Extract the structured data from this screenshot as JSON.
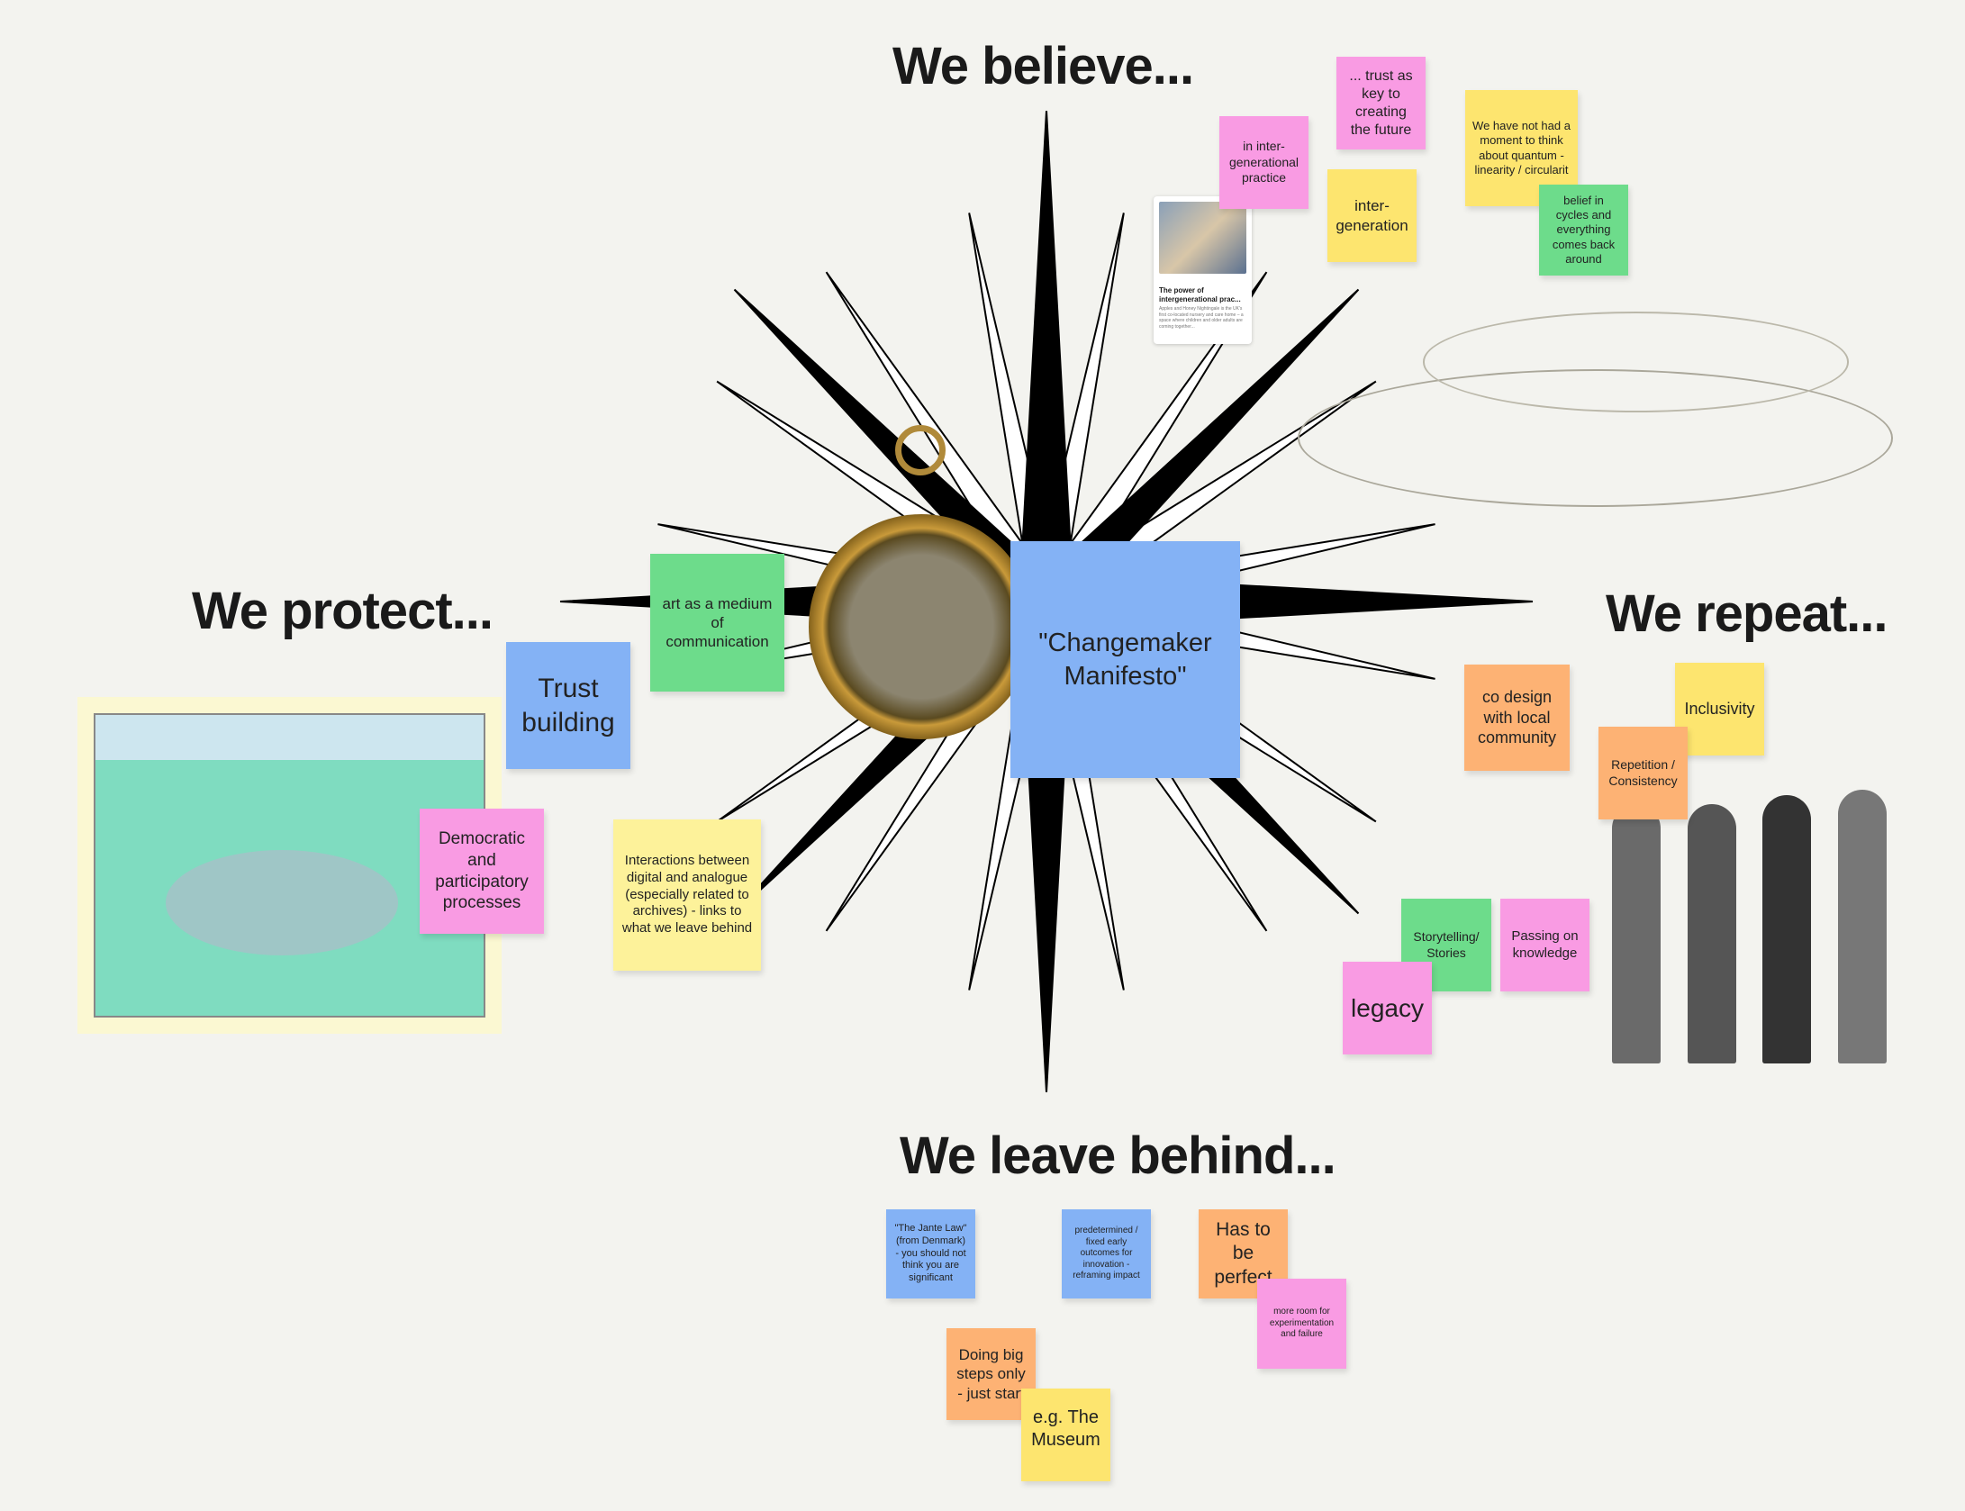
{
  "headings": {
    "believe": "We believe...",
    "protect": "We protect...",
    "repeat": "We repeat...",
    "leave": "We leave behind..."
  },
  "card": {
    "title": "The power of intergenerational prac...",
    "desc": "Apples and Honey Nightingale is the UK's first co-located nursery and care home – a space where children and older adults are coming together..."
  },
  "notes": [
    {
      "id": "trust-future",
      "text": "... trust as key to creating the future",
      "color": "#f99be3"
    },
    {
      "id": "intergenerational-practice",
      "text": "in inter-generational practice",
      "color": "#f99be3"
    },
    {
      "id": "inter-generation",
      "text": "inter-generation",
      "color": "#fde56f"
    },
    {
      "id": "quantum",
      "text": "We have not had a moment to think about quantum - linearity / circularit",
      "color": "#fde56f"
    },
    {
      "id": "cycles",
      "text": "belief in cycles and everything comes back around",
      "color": "#6ddc8b"
    },
    {
      "id": "art-medium",
      "text": "art as a medium of communication",
      "color": "#6ddc8b"
    },
    {
      "id": "trust-building",
      "text": "Trust building",
      "color": "#84b2f5"
    },
    {
      "id": "democratic",
      "text": "Democratic and participatory processes",
      "color": "#f99be3"
    },
    {
      "id": "interactions",
      "text": "Interactions between digital and analogue (especially related to archives) - links to what we leave behind",
      "color": "#fdf29a"
    },
    {
      "id": "changemaker",
      "text": "\"Changemaker Manifesto\"",
      "color": "#84b2f5"
    },
    {
      "id": "co-design",
      "text": "co design with local community",
      "color": "#fdb274"
    },
    {
      "id": "inclusivity",
      "text": "Inclusivity",
      "color": "#fde56f"
    },
    {
      "id": "repetition",
      "text": "Repetition / Consistency",
      "color": "#fdb274"
    },
    {
      "id": "storytelling",
      "text": "Storytelling/ Stories",
      "color": "#6ddc8b"
    },
    {
      "id": "passing-knowledge",
      "text": "Passing on knowledge",
      "color": "#f99be3"
    },
    {
      "id": "legacy",
      "text": "legacy",
      "color": "#f99be3"
    },
    {
      "id": "jante",
      "text": "\"The Jante Law\" (from Denmark) - you should not think you are significant",
      "color": "#84b2f5"
    },
    {
      "id": "predetermined",
      "text": "predetermined / fixed early outcomes for innovation - reframing impact",
      "color": "#84b2f5"
    },
    {
      "id": "perfect",
      "text": "Has to be perfect",
      "color": "#fdb274"
    },
    {
      "id": "more-room",
      "text": "more room for experimentation and failure",
      "color": "#f99be3"
    },
    {
      "id": "big-steps",
      "text": "Doing big steps only - just start",
      "color": "#fdb274"
    },
    {
      "id": "museum",
      "text": "e.g. The Museum",
      "color": "#fde56f"
    }
  ]
}
